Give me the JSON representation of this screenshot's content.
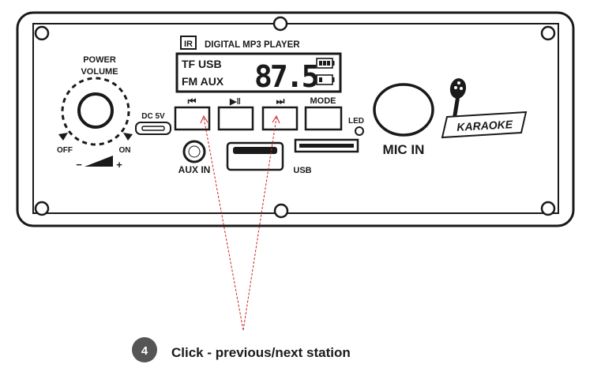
{
  "panel": {
    "ir_badge": "IR",
    "title": "DIGITAL MP3 PLAYER",
    "volume_label_line1": "POWER",
    "volume_label_line2": "VOLUME",
    "off_label": "OFF",
    "on_label": "ON",
    "minus_label": "−",
    "plus_label": "+",
    "dc_label": "DC 5V",
    "aux_label": "AUX IN",
    "usb_label": "USB",
    "led_label": "LED",
    "mic_label": "MIC IN",
    "karaoke_label": "KARAOKE"
  },
  "display": {
    "line1": "TF USB",
    "line2": "FM AUX",
    "frequency": "87.5"
  },
  "buttons": [
    {
      "name": "previous",
      "icon": "skip-previous-icon",
      "label": "⏮"
    },
    {
      "name": "play-pause",
      "icon": "play-pause-icon",
      "label": "▶‖"
    },
    {
      "name": "next",
      "icon": "skip-next-icon",
      "label": "⏭"
    },
    {
      "name": "mode",
      "icon": "",
      "label": "MODE"
    }
  ],
  "callout": {
    "step_number": "4",
    "text": "Click - previous/next station"
  },
  "colors": {
    "outline": "#1a1a1a",
    "callout_circle": "#555555",
    "arrow": "#cc2222"
  }
}
